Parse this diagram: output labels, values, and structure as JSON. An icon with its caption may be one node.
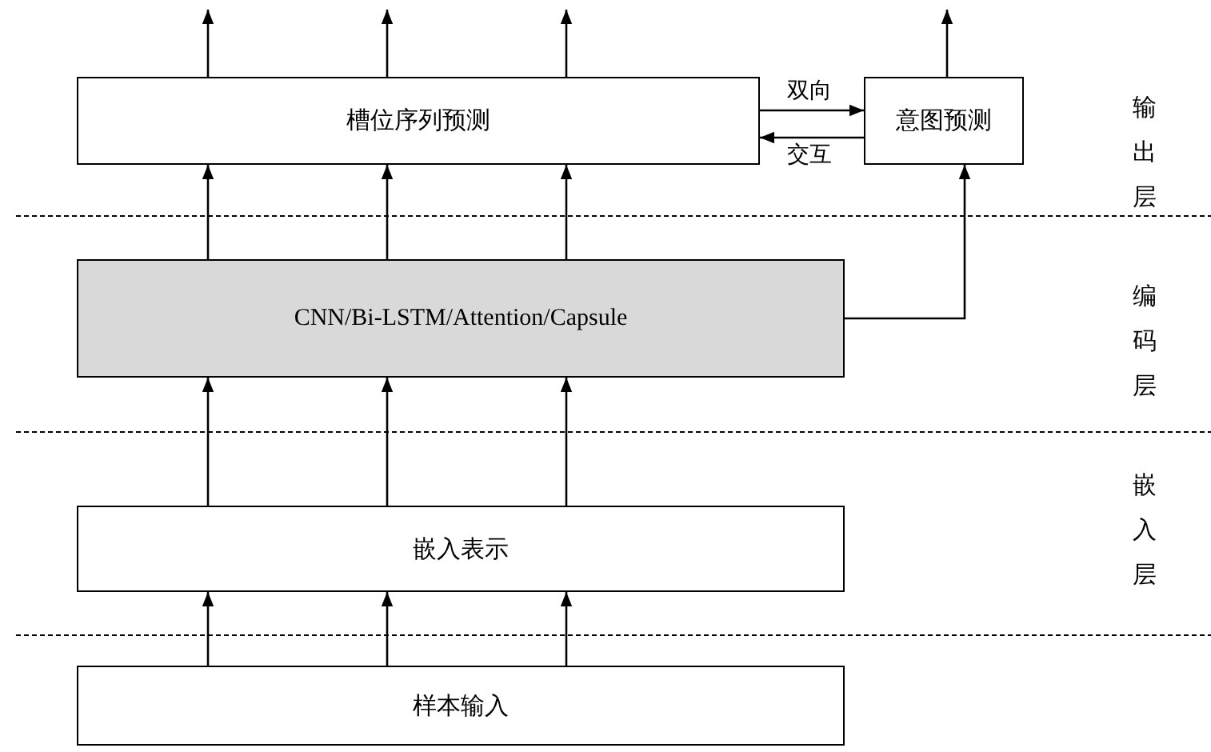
{
  "diagram": {
    "nodes": [
      {
        "text": [
          "槽位序列预测"
        ]
      },
      {
        "text": [
          "意图预测"
        ]
      },
      {
        "text": [
          "CNN/Bi-LSTM/Attention/Capsule"
        ]
      },
      {
        "text": [
          "嵌入表示"
        ]
      },
      {
        "text": [
          "样本输入"
        ]
      }
    ],
    "edges": [
      {
        "from": 4,
        "to": 3,
        "arrow": "to"
      },
      {
        "from": 4,
        "to": 3,
        "arrow": "to"
      },
      {
        "from": 4,
        "to": 3,
        "arrow": "to"
      },
      {
        "from": 3,
        "to": 2,
        "arrow": "to"
      },
      {
        "from": 3,
        "to": 2,
        "arrow": "to"
      },
      {
        "from": 3,
        "to": 2,
        "arrow": "to"
      },
      {
        "from": 2,
        "to": 0,
        "arrow": "to"
      },
      {
        "from": 2,
        "to": 0,
        "arrow": "to"
      },
      {
        "from": 2,
        "to": 0,
        "arrow": "to"
      },
      {
        "from": 2,
        "to": 1,
        "arrow": "to"
      },
      {
        "from": 0,
        "to": null,
        "arrow": "to"
      },
      {
        "from": 0,
        "to": null,
        "arrow": "to"
      },
      {
        "from": 0,
        "to": null,
        "arrow": "to"
      },
      {
        "from": 1,
        "to": null,
        "arrow": "to"
      },
      {
        "from": 0,
        "to": 1,
        "arrow": "to",
        "label": "双向"
      },
      {
        "from": 1,
        "to": 0,
        "arrow": "to",
        "label": "交互"
      }
    ],
    "labels": [
      "输出层",
      "编码层",
      "嵌入层"
    ]
  }
}
